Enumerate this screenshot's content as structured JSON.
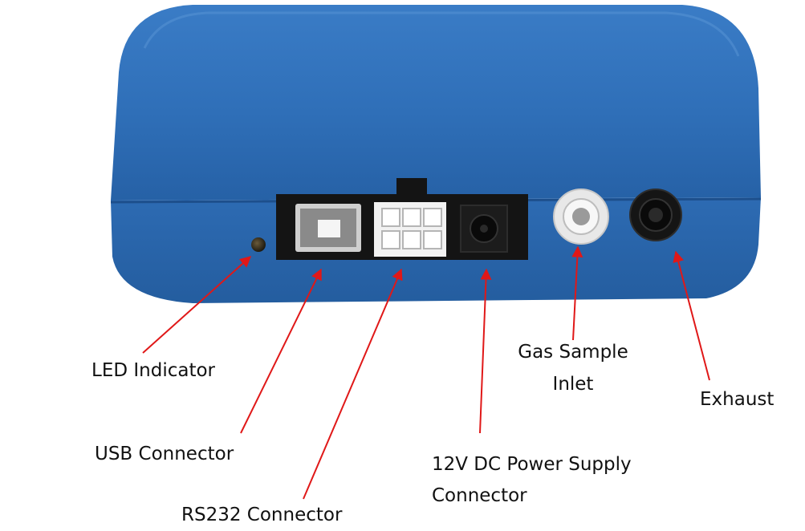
{
  "colors": {
    "body_blue": "#2f6fb8",
    "panel_black": "#141414",
    "arrow_red": "#e01818",
    "connector_white": "#f2f2f2",
    "text": "#111111"
  },
  "labels": {
    "led_indicator": "LED Indicator",
    "usb_connector": "USB Connector",
    "rs232_connector": "RS232 Connector",
    "power_line1": "12V DC Power Supply",
    "power_line2": "Connector",
    "gas_line1": "Gas Sample",
    "gas_line2": "Inlet",
    "exhaust": "Exhaust"
  }
}
